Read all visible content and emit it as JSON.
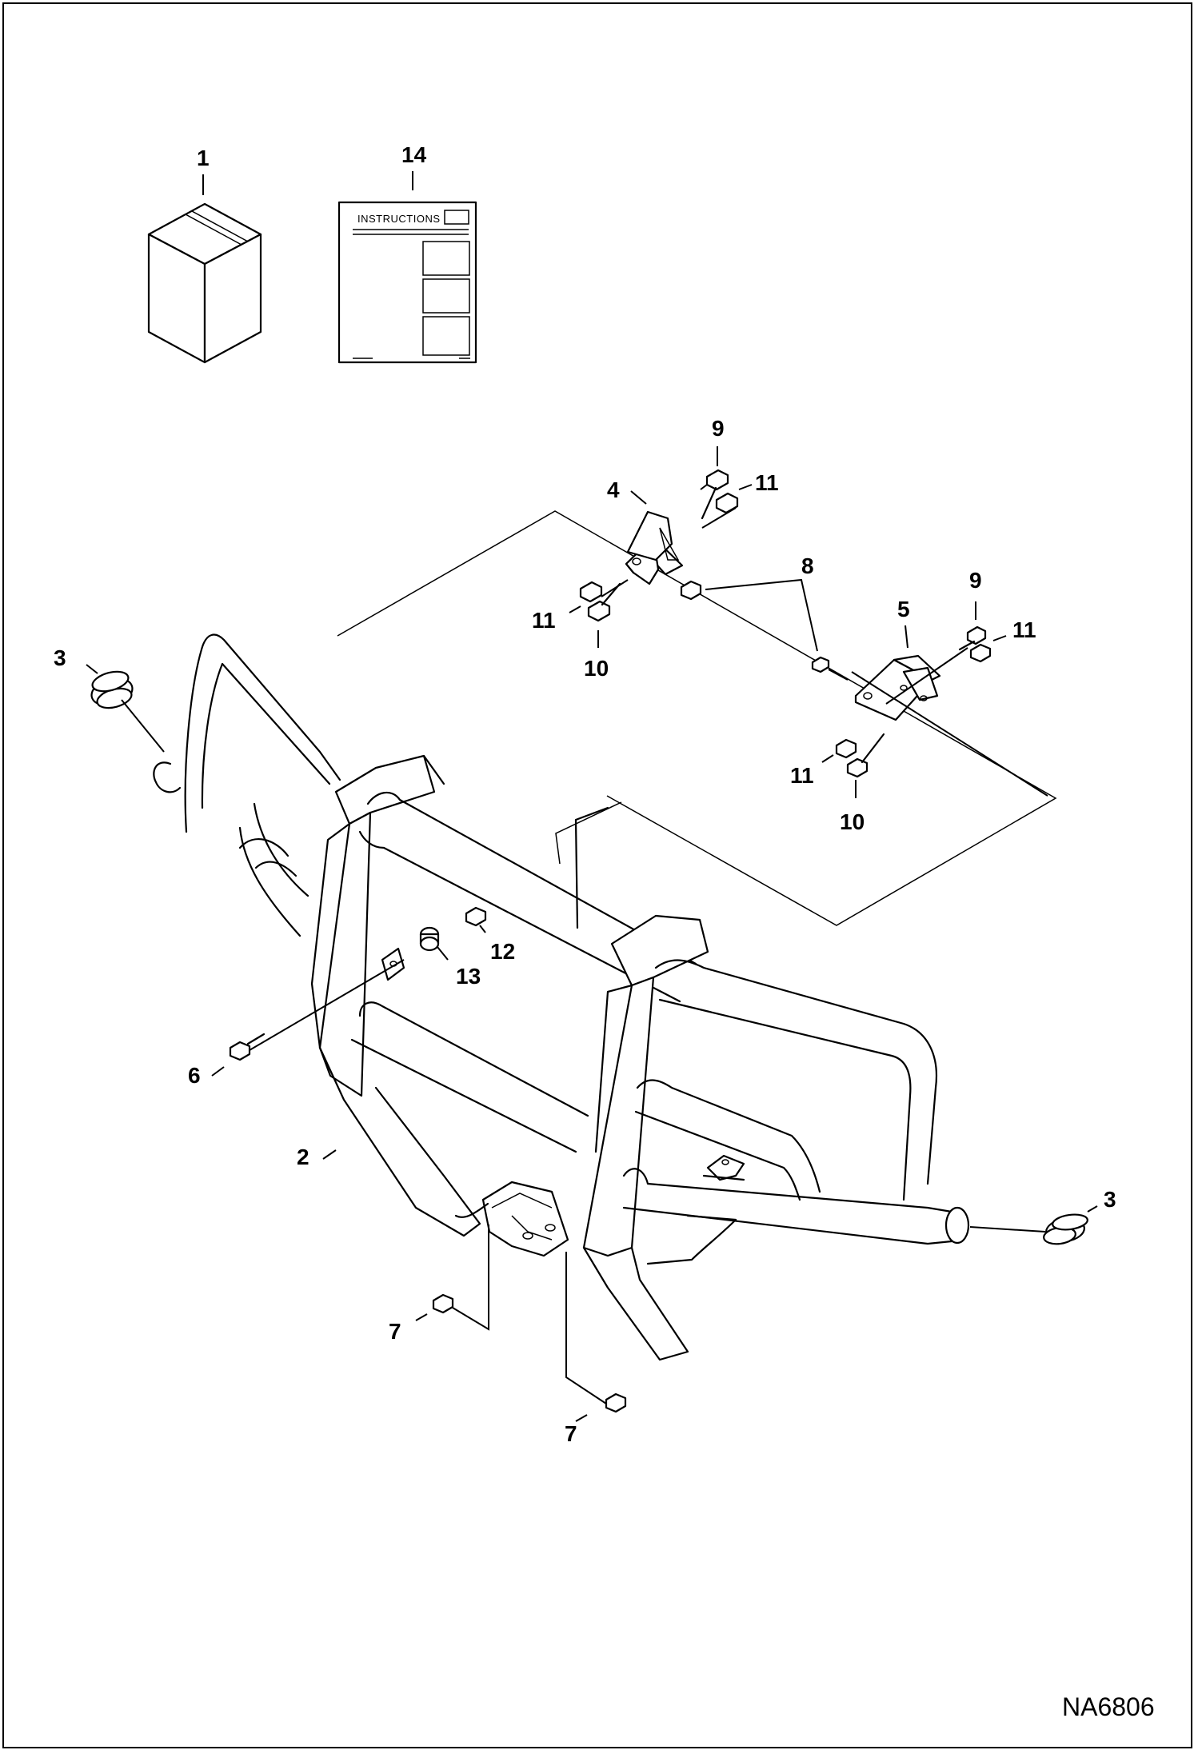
{
  "diagram": {
    "drawing_code": "NA6806",
    "instructions_text": "INSTRUCTIONS",
    "callouts": [
      {
        "id": "c1",
        "text": "1"
      },
      {
        "id": "c14",
        "text": "14"
      },
      {
        "id": "c9a",
        "text": "9"
      },
      {
        "id": "c11a",
        "text": "11"
      },
      {
        "id": "c4",
        "text": "4"
      },
      {
        "id": "c8",
        "text": "8"
      },
      {
        "id": "c11b",
        "text": "11"
      },
      {
        "id": "c10a",
        "text": "10"
      },
      {
        "id": "c9b",
        "text": "9"
      },
      {
        "id": "c5",
        "text": "5"
      },
      {
        "id": "c11c",
        "text": "11"
      },
      {
        "id": "c3a",
        "text": "3"
      },
      {
        "id": "c11d",
        "text": "11"
      },
      {
        "id": "c10b",
        "text": "10"
      },
      {
        "id": "c12",
        "text": "12"
      },
      {
        "id": "c13",
        "text": "13"
      },
      {
        "id": "c6",
        "text": "6"
      },
      {
        "id": "c2",
        "text": "2"
      },
      {
        "id": "c3b",
        "text": "3"
      },
      {
        "id": "c7a",
        "text": "7"
      },
      {
        "id": "c7b",
        "text": "7"
      }
    ]
  }
}
